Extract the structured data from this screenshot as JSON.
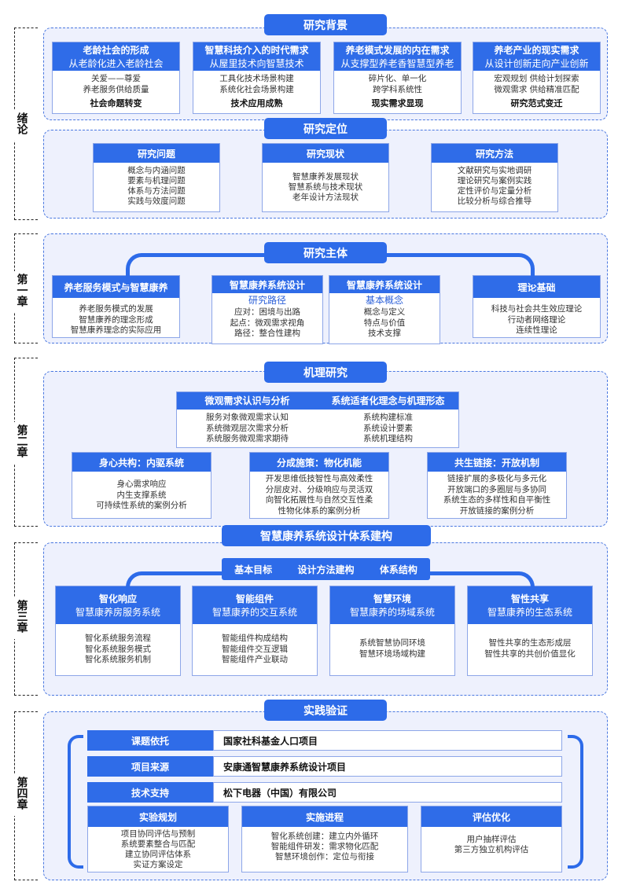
{
  "chapters": {
    "intro": "绪论",
    "ch1": "第一章",
    "ch2": "第二章",
    "ch3": "第三章",
    "ch4": "第四章"
  },
  "background": {
    "title": "研究背景",
    "cards": [
      {
        "title": "老龄社会的形成",
        "sub": "从老龄化进入老龄社会",
        "lines": [
          "关爱——尊爱",
          "养老服务供给质量"
        ],
        "foot": "社会命题转变"
      },
      {
        "title": "智慧科技介入的时代需求",
        "sub": "从屋里技术向智慧技术",
        "lines": [
          "工具化技术场景构建",
          "系统化社会场景构建"
        ],
        "foot": "技术应用成熟"
      },
      {
        "title": "养老模式发展的内在需求",
        "sub": "从支撑型养老香智慧型养老",
        "lines": [
          "碎片化、单一化",
          "跨学科系统性"
        ],
        "foot": "现实需求显现"
      },
      {
        "title": "养老产业的现实需求",
        "sub": "从设计创新走向产业创新",
        "lines": [
          "宏观规划  供给计划探索",
          "微观需求  供给精准匹配"
        ],
        "foot": "研究范式变迁"
      }
    ]
  },
  "positioning": {
    "title": "研究定位",
    "cards": [
      {
        "title": "研究问题",
        "lines": [
          "概念与内涵问题",
          "要素与机理问题",
          "体系与方法问题",
          "实践与效度问题"
        ]
      },
      {
        "title": "研究现状",
        "lines": [
          "智慧康养发展现状",
          "智慧系统与技术现状",
          "老年设计方法现状"
        ]
      },
      {
        "title": "研究方法",
        "lines": [
          "文献研究与实地调研",
          "理论研究与案例实践",
          "定性评价与定量分析",
          "比较分析与综合推导"
        ]
      }
    ]
  },
  "subject": {
    "title": "研究主体",
    "cards": [
      {
        "title": "养老服务模式与智慧康养",
        "sub": "",
        "lines": [
          "养老服务模式的发展",
          "智慧康养的理念形成",
          "智慧康养理念的实际应用"
        ]
      },
      {
        "title": "智慧康养系统设计",
        "sub": "研究路径",
        "lines": [
          "应对：困境与出路",
          "起点：微观需求视角",
          "路径：整合性建构"
        ]
      },
      {
        "title": "智慧康养系统设计",
        "sub": "基本概念",
        "lines": [
          "概念与定义",
          "特点与价值",
          "技术支撑"
        ]
      },
      {
        "title": "理论基础",
        "sub": "",
        "lines": [
          "科技与社会共生效应理论",
          "行动者网络理论",
          "连续性理论"
        ]
      }
    ]
  },
  "mechanism": {
    "title": "机理研究",
    "top": {
      "left_title": "微观需求认识与分析",
      "right_title": "系统适者化理念与机理形态",
      "left_lines": [
        "服务对象微观需求认知",
        "系统微观层次需求分析",
        "系统服务微观需求期待"
      ],
      "right_lines": [
        "系统构建标准",
        "系统设计要素",
        "系统机理结构"
      ]
    },
    "cards": [
      {
        "title": "身心共构：内驱系统",
        "lines": [
          "身心需求响应",
          "内生支撑系统",
          "可持续性系统的案例分析"
        ]
      },
      {
        "title": "分成施策：物化机能",
        "lines": [
          "开发思维低技智性与高效柔性",
          "分层皮对、分级响应与灵活双",
          "向智化拓展性与自然交互性柔",
          "性物化体系的案例分析"
        ]
      },
      {
        "title": "共生链接：开放机制",
        "lines": [
          "链接扩展的多极化与多元化",
          "开放端口的多圈层与多协同",
          "系统生态的多样性和自平衡性",
          "开放链接的案例分析"
        ]
      }
    ]
  },
  "design": {
    "title": "智慧康养系统设计体系建构",
    "bar": [
      "基本目标",
      "设计方法建构",
      "体系结构"
    ],
    "cards": [
      {
        "title": "智化响应",
        "sub": "智慧康养房服务系统",
        "lines": [
          "智化系统服务流程",
          "智化系统服务模式",
          "智化系统服务机制"
        ]
      },
      {
        "title": "智能组件",
        "sub": "智慧康养的交互系统",
        "lines": [
          "智能组件构成结构",
          "智能组件交互逻辑",
          "智能组件产业联动"
        ]
      },
      {
        "title": "智慧环境",
        "sub": "智慧康养的场域系统",
        "lines": [
          "系统智慧协同环境",
          "智慧环境场域构建"
        ]
      },
      {
        "title": "智性共享",
        "sub": "智慧康养的生态系统",
        "lines": [
          "智性共享的生态形成层",
          "智性共享的共创价值显化"
        ]
      }
    ]
  },
  "practice": {
    "title": "实践验证",
    "rows": [
      {
        "label": "课题依托",
        "value": "国家社科基金人口项目"
      },
      {
        "label": "项目来源",
        "value": "安康通智慧康养系统设计项目"
      },
      {
        "label": "技术支持",
        "value": "松下电器（中国）有限公司"
      }
    ],
    "cards": [
      {
        "title": "实验规划",
        "lines": [
          "项目协同评估与预制",
          "系统要素整合与匹配",
          "建立协同评估体系",
          "实证方案设定"
        ]
      },
      {
        "title": "实施进程",
        "lines": [
          "智化系统创建：建立内外循环",
          "智能组件研发：需求物化匹配",
          "智慧环境创作：定位与衔接"
        ]
      },
      {
        "title": "评估优化",
        "lines": [
          "用户抽样评估",
          "第三方独立机构评估"
        ]
      }
    ]
  }
}
